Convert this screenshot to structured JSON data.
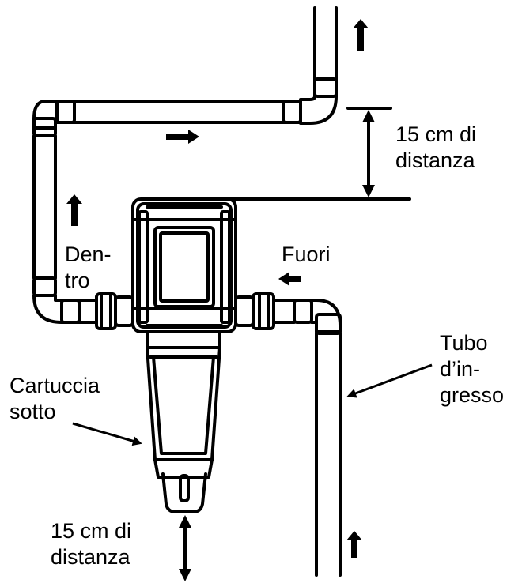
{
  "labels": {
    "top_distance": {
      "line1": "15 cm di",
      "line2": "distanza"
    },
    "inlet": {
      "line1": "Dentro"
    },
    "outlet": {
      "line1": "Fuori"
    },
    "inlet_hyphen": {
      "line1": "Den-",
      "line2": "tro"
    },
    "inlet_pipe": {
      "line1": "Tubo",
      "line2": "d’in-",
      "line3": "gresso"
    },
    "cartridge": {
      "line1": "Cartuccia",
      "line2": "sotto"
    },
    "bottom_distance": {
      "line1": "15 cm di",
      "line2": "distanza"
    }
  },
  "colors": {
    "ink": "#000000",
    "paper": "#ffffff"
  }
}
